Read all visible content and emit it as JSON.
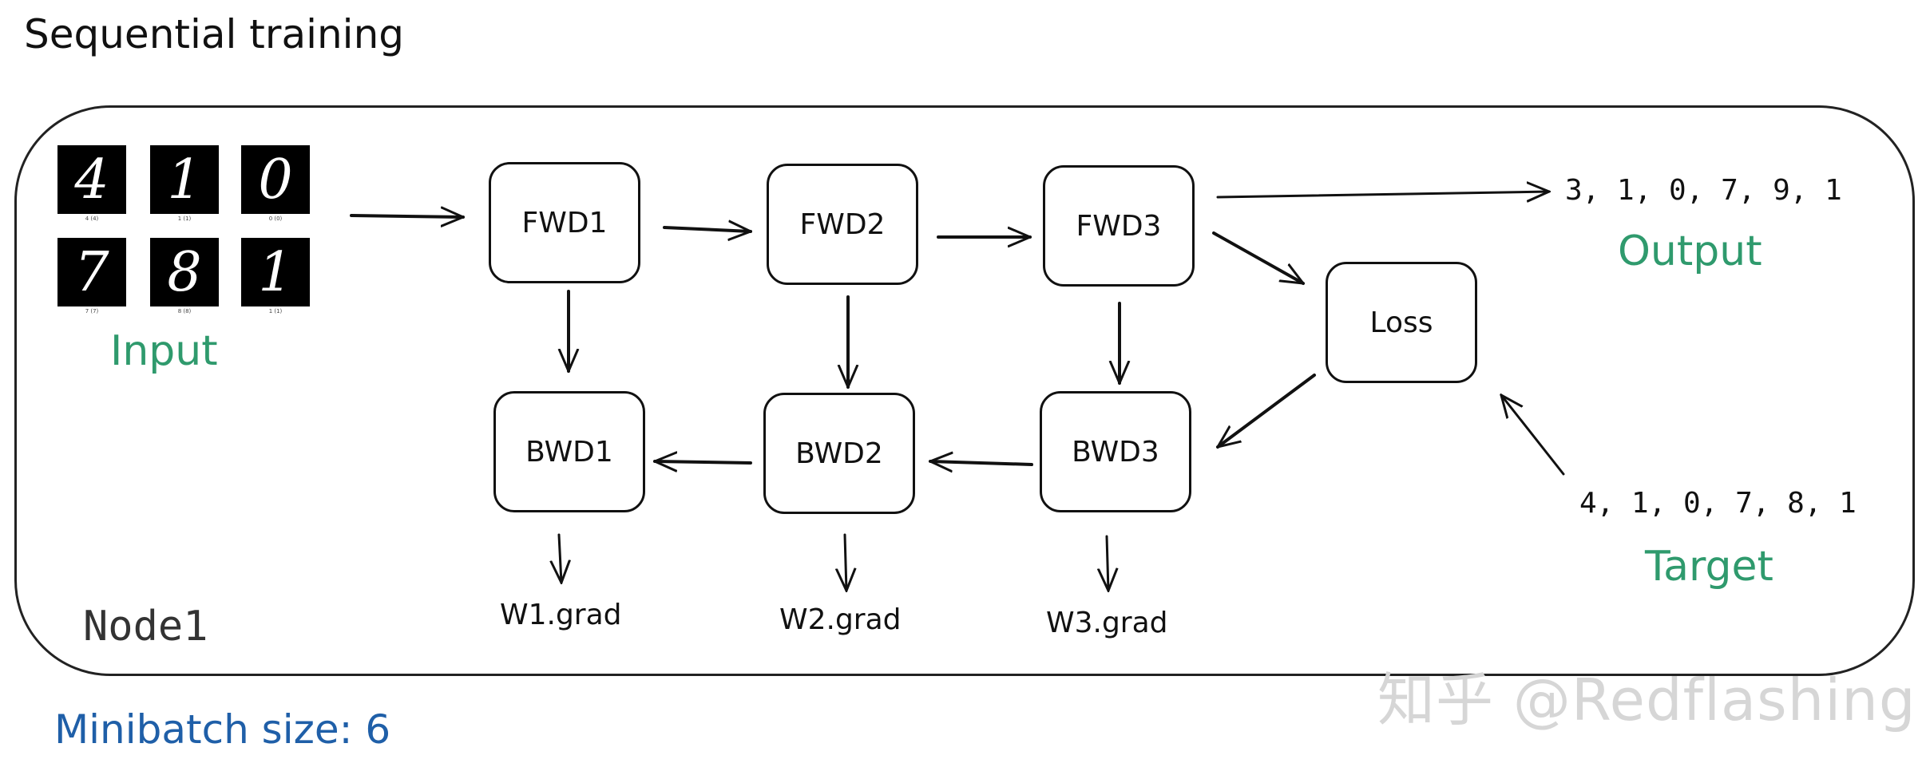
{
  "title": "Sequential training",
  "node_label": "Node1",
  "input_label": "Input",
  "output_label": "Output",
  "target_label": "Target",
  "output_values": "3, 1, 0, 7, 9, 1",
  "target_values": "4, 1, 0, 7, 8, 1",
  "minibatch_label": "Minibatch size: 6",
  "watermark": "知乎 @Redflashing",
  "digits": [
    "4",
    "1",
    "0",
    "7",
    "8",
    "1"
  ],
  "digit_captions": [
    "4 (4)",
    "1 (1)",
    "0 (0)",
    "7 (7)",
    "8 (8)",
    "1 (1)"
  ],
  "forward_blocks": [
    "FWD1",
    "FWD2",
    "FWD3"
  ],
  "backward_blocks": [
    "BWD1",
    "BWD2",
    "BWD3"
  ],
  "loss_block": "Loss",
  "grads": [
    "W1.grad",
    "W2.grad",
    "W3.grad"
  ],
  "colors": {
    "label_green": "#2f9a6d",
    "minibatch_blue": "#1f5fa8",
    "stroke": "#111111"
  }
}
